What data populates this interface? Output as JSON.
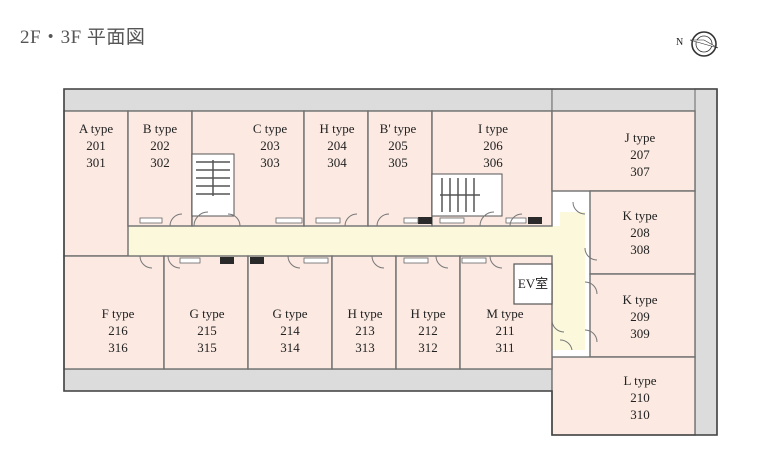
{
  "page": {
    "title": "2F・3F 平面図"
  },
  "compass": {
    "north_label": "N"
  },
  "units": [
    {
      "type": "A type",
      "upper": "201",
      "lower": "301"
    },
    {
      "type": "B type",
      "upper": "202",
      "lower": "302"
    },
    {
      "type": "C type",
      "upper": "203",
      "lower": "303"
    },
    {
      "type": "H type",
      "upper": "204",
      "lower": "304"
    },
    {
      "type": "B' type",
      "upper": "205",
      "lower": "305"
    },
    {
      "type": "I type",
      "upper": "206",
      "lower": "306"
    },
    {
      "type": "J type",
      "upper": "207",
      "lower": "307"
    },
    {
      "type": "K type",
      "upper": "208",
      "lower": "308"
    },
    {
      "type": "K type",
      "upper": "209",
      "lower": "309"
    },
    {
      "type": "L type",
      "upper": "210",
      "lower": "310"
    },
    {
      "type": "M type",
      "upper": "211",
      "lower": "311"
    },
    {
      "type": "H type",
      "upper": "212",
      "lower": "312"
    },
    {
      "type": "H type",
      "upper": "213",
      "lower": "313"
    },
    {
      "type": "G type",
      "upper": "214",
      "lower": "314"
    },
    {
      "type": "G type",
      "upper": "215",
      "lower": "315"
    },
    {
      "type": "F type",
      "upper": "216",
      "lower": "316"
    }
  ],
  "elevator": {
    "label": "EV室"
  }
}
